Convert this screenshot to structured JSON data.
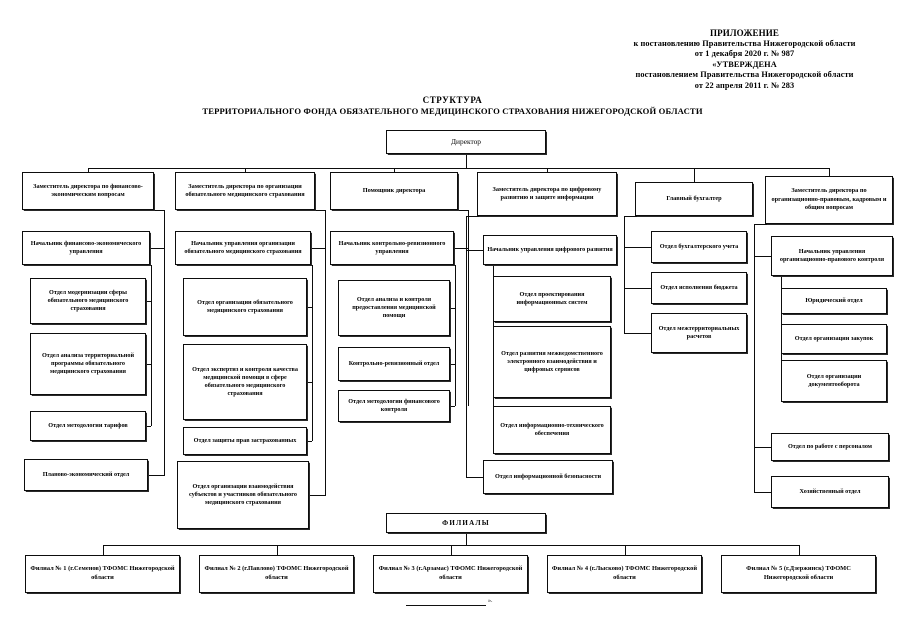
{
  "document": {
    "appendix": {
      "line1": "ПРИЛОЖЕНИЕ",
      "line2": "к постановлению Правительства Нижегородской области",
      "line3": "от 1 декабря 2020 г. № 987",
      "line4": "«УТВЕРЖДЕНА",
      "line5": "постановлением Правительства Нижегородской области",
      "line6": "от 22 апреля 2011 г. № 283"
    },
    "title": {
      "line1": "СТРУКТУРА",
      "line2": "ТЕРРИТОРИАЛЬНОГО ФОНДА ОБЯЗАТЕЛЬНОГО МЕДИЦИНСКОГО СТРАХОВАНИЯ НИЖЕГОРОДСКОЙ ОБЛАСТИ"
    },
    "footnote": "»."
  },
  "chart_data": {
    "type": "org-chart",
    "root": "Директор",
    "filialy_label": "ФИЛИАЛЫ",
    "columns": [
      {
        "id": "col1",
        "head": "Заместитель директора по финансово-экономическим вопросам",
        "manager": "Начальник финансово-экономического управления",
        "units": [
          "Отдел модернизации сферы обязательного медицинского страхования",
          "Отдел анализа территориальной программы обязательного медицинского страхования",
          "Отдел методологии тарифов"
        ],
        "direct_units": [
          "Планово-экономический отдел"
        ]
      },
      {
        "id": "col2",
        "head": "Заместитель директора по организации обязательного медицинского страхования",
        "manager": "Начальник управления организации обязательного медицинского страхования",
        "units": [
          "Отдел организации обязательного медицинского страхования",
          "Отдел экспертиз и контроля качества медицинской помощи в сфере обязательного медицинского страхования",
          "Отдел защиты прав застрахованных"
        ],
        "direct_units": [
          "Отдел организации взаимодействия субъектов и участников обязательного медицинского страхования"
        ]
      },
      {
        "id": "col3",
        "head": "Помощник директора",
        "manager": "Начальник контрольно-ревизионного управления",
        "units": [
          "Отдел анализа и контроля предоставления медицинской помощи",
          "Контрольно-ревизионный отдел",
          "Отдел методологии финансового контроля"
        ],
        "direct_units": []
      },
      {
        "id": "col4",
        "head": "Заместитель директора по цифровому развитию и защите информации",
        "manager": "Начальник управления цифрового развития",
        "units": [
          "Отдел проектирования информационных систем",
          "Отдел развития межведомственного электронного взаимодействия и цифровых сервисов",
          "Отдел информационно-технического обеспечения"
        ],
        "direct_units": [
          "Отдел информационной безопасности"
        ]
      },
      {
        "id": "col5",
        "head": "Главный бухгалтер",
        "manager": null,
        "units": [
          "Отдел бухгалтерского учета",
          "Отдел исполнения бюджета",
          "Отдел межтерриториальных расчетов"
        ],
        "direct_units": []
      },
      {
        "id": "col6",
        "head": "Заместитель директора по организационно-правовым, кадровым и общим вопросам",
        "manager": "Начальник управления организационно-правового контроля",
        "units": [
          "Юридический отдел",
          "Отдел организации закупок",
          "Отдел организации документооборота"
        ],
        "direct_units": [
          "Отдел по работе с персоналом",
          "Хозяйственный отдел"
        ]
      }
    ],
    "branches": [
      "Филиал № 1 (г.Семенов) ТФОМС Нижегородской области",
      "Филиал № 2 (г.Павлово) ТФОМС Нижегородской области",
      "Филиал № 3 (г.Арзамас) ТФОМС Нижегородской области",
      "Филиал № 4 (г.Лысково) ТФОМС Нижегородской области",
      "Филиал № 5 (г.Дзержинск) ТФОМС Нижегородской области"
    ]
  }
}
